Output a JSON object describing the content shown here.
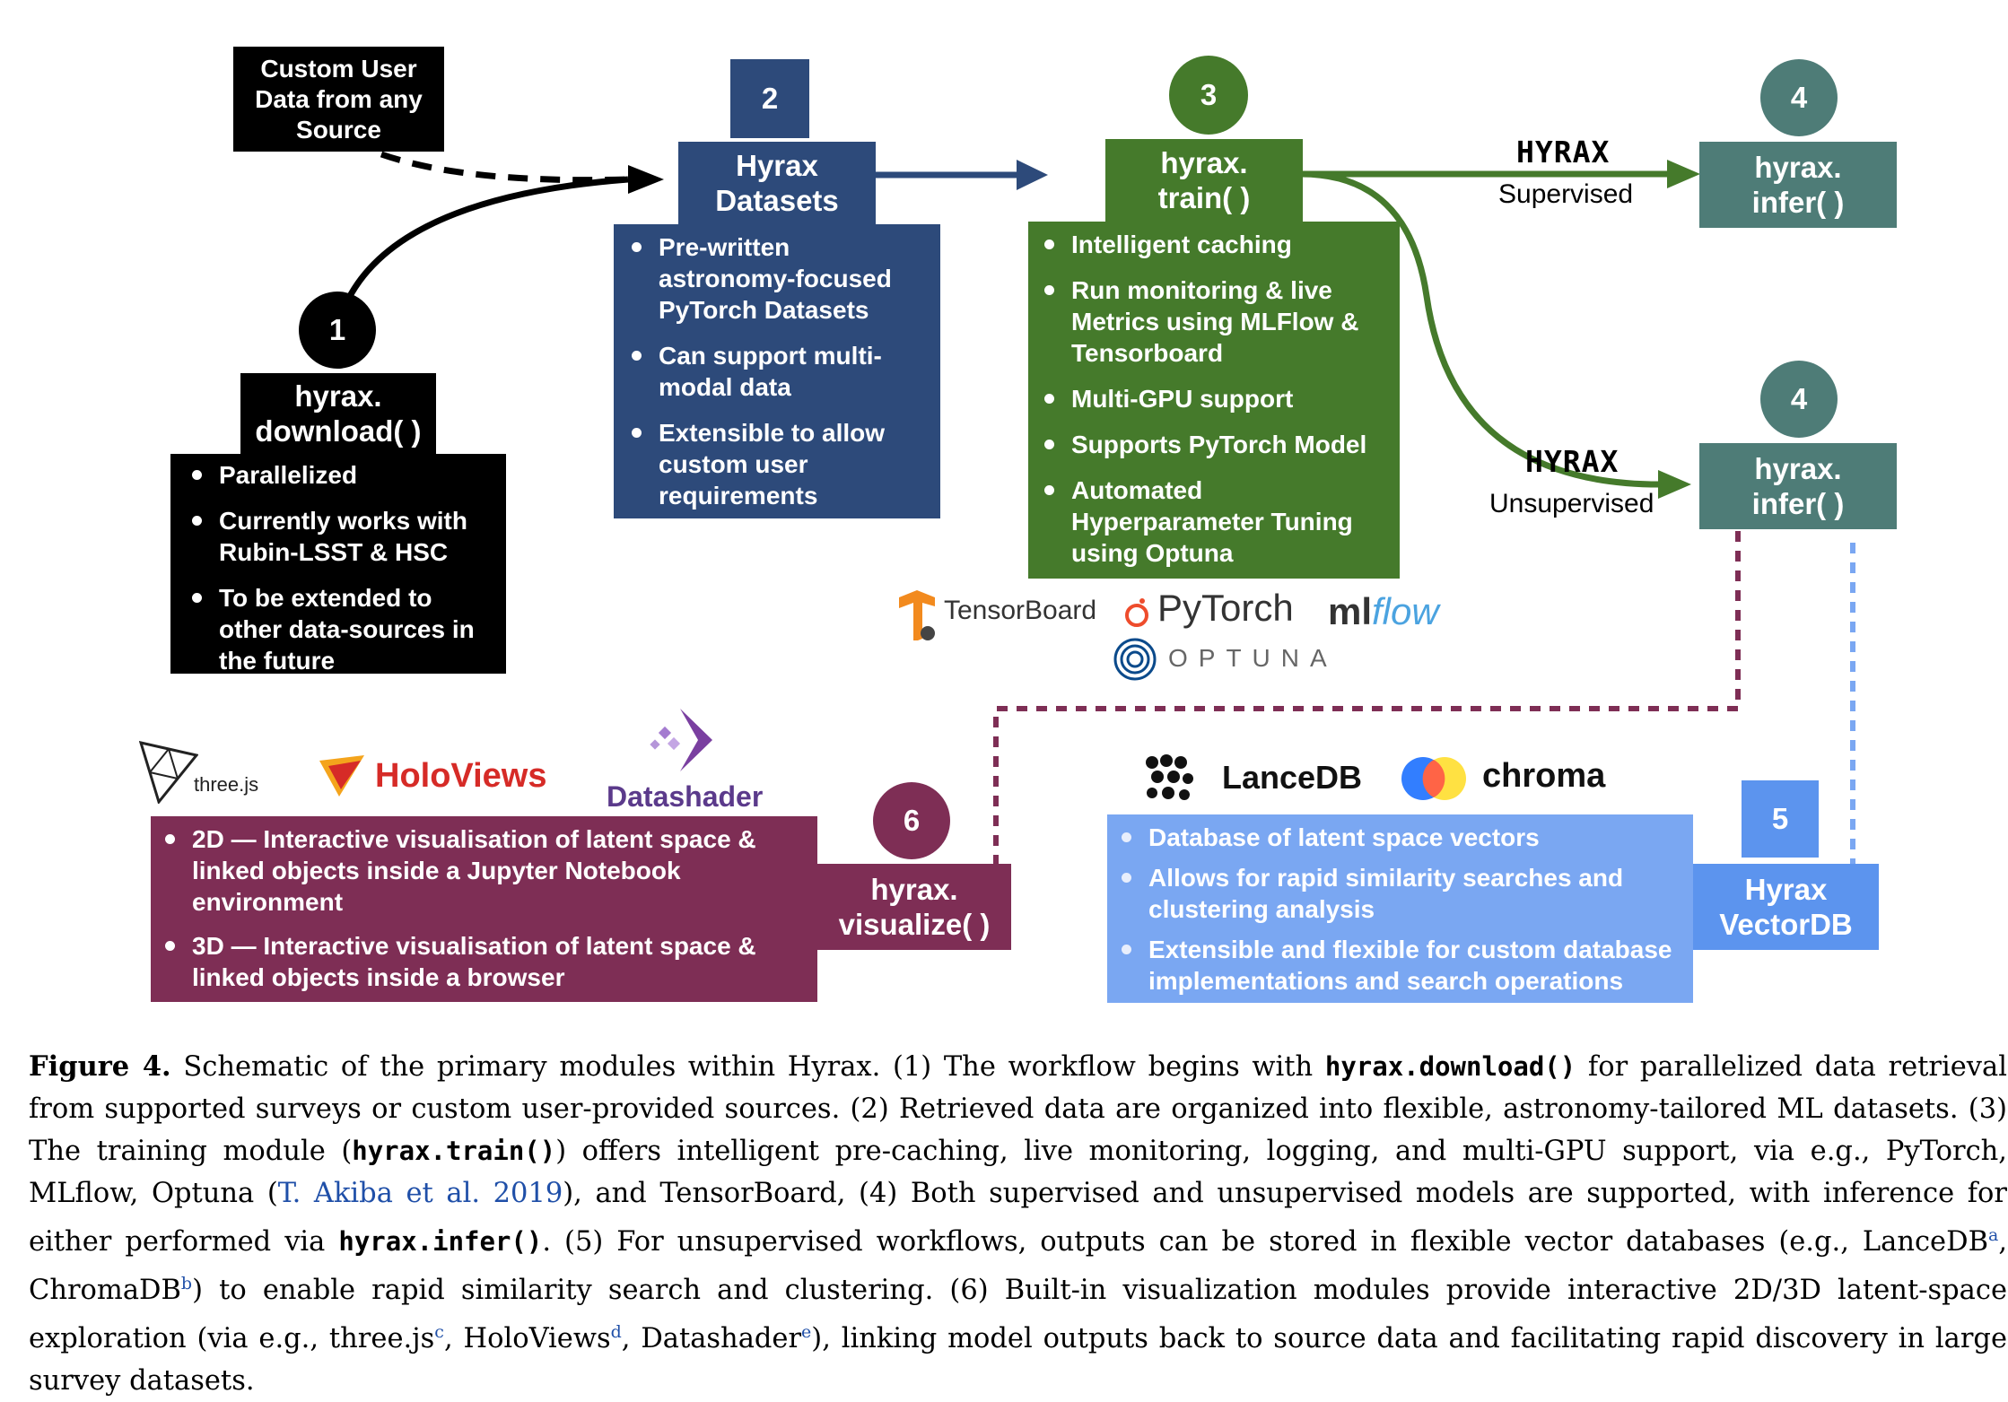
{
  "source_box": {
    "line1": "Custom User",
    "line2": "Data from any",
    "line3": "Source"
  },
  "download": {
    "step": "1",
    "title_line1": "hyrax.",
    "title_line2": "download( )",
    "bullets": [
      "Parallelized",
      "Currently works with Rubin-LSST & HSC",
      "To be extended to other data-sources in the future"
    ]
  },
  "datasets": {
    "step": "2",
    "title_line1": "Hyrax",
    "title_line2": "Datasets",
    "bullets": [
      "Pre-written astronomy-focused PyTorch Datasets",
      "Can support multi-modal data",
      "Extensible to allow custom user requirements"
    ]
  },
  "train": {
    "step": "3",
    "title_line1": "hyrax.",
    "title_line2": "train( )",
    "bullets": [
      "Intelligent caching",
      "Run monitoring & live Metrics using MLFlow & Tensorboard",
      "Multi-GPU support",
      "Supports PyTorch Model",
      "Automated Hyperparameter Tuning using Optuna"
    ]
  },
  "train_logos": {
    "tensorboard": "TensorBoard",
    "pytorch": "PyTorch",
    "mlflow_a": "ml",
    "mlflow_b": "flow",
    "optuna": "OPTUNA"
  },
  "infer_supervised": {
    "step": "4",
    "badge": "HYRAX",
    "label": "Supervised",
    "title_line1": "hyrax.",
    "title_line2": "infer( )"
  },
  "infer_unsupervised": {
    "step": "4",
    "badge": "HYRAX",
    "label": "Unsupervised",
    "title_line1": "hyrax.",
    "title_line2": "infer( )"
  },
  "vectordb": {
    "step": "5",
    "title_line1": "Hyrax",
    "title_line2": "VectorDB",
    "logos": {
      "lancedb": "LanceDB",
      "chroma": "chroma"
    },
    "bullets": [
      "Database of latent space vectors",
      "Allows for rapid similarity searches and clustering analysis",
      "Extensible and flexible for custom database implementations and search operations"
    ]
  },
  "visualize": {
    "step": "6",
    "title_line1": "hyrax.",
    "title_line2": "visualize( )",
    "logos": {
      "threejs": "three.js",
      "holoviews": "HoloViews",
      "datashader": "Datashader"
    },
    "bullets": [
      "2D — Interactive visualisation of latent space & linked objects inside a Jupyter Notebook environment",
      "3D — Interactive visualisation of latent space & linked objects inside a browser"
    ]
  },
  "caption": {
    "label": "Figure 4.",
    "t1": " Schematic of the primary modules within Hyrax. (1) The workflow begins with ",
    "code1": "hyrax.download()",
    "t2": " for parallelized data retrieval from supported surveys or custom user-provided sources. (2) Retrieved data are organized into flexible, astronomy-tailored ML datasets. (3) The training module (",
    "code2": "hyrax.train()",
    "t3": ") offers intelligent pre-caching, live monitoring, logging, and multi-GPU support, via e.g., PyTorch, MLflow, Optuna (",
    "cite": "T. Akiba et al. 2019",
    "t4": "), and TensorBoard, (4) Both supervised and unsupervised models are supported, with inference for either performed via ",
    "code3": "hyrax.infer()",
    "t5": ". (5) For unsupervised workflows, outputs can be stored in flexible vector databases (e.g., LanceDB",
    "sa": "a",
    "t6": ", ChromaDB",
    "sb": "b",
    "t7": ") to enable rapid similarity search and clustering. (6) Built-in visualization modules provide interactive 2D/3D latent-space exploration (via e.g., three.js",
    "sc": "c",
    "t8": ", HoloViews",
    "sd": "d",
    "t9": ", Datashader",
    "se": "e",
    "t10": "), linking model outputs back to source data and facilitating rapid discovery in large survey datasets."
  },
  "colors": {
    "download": "#000000",
    "datasets": "#2d4a7a",
    "train": "#457a2b",
    "infer": "#4e7c77",
    "visualize": "#7e2e55",
    "vectordb": "#7aa7f2",
    "vectordb_title": "#5c94ee"
  }
}
